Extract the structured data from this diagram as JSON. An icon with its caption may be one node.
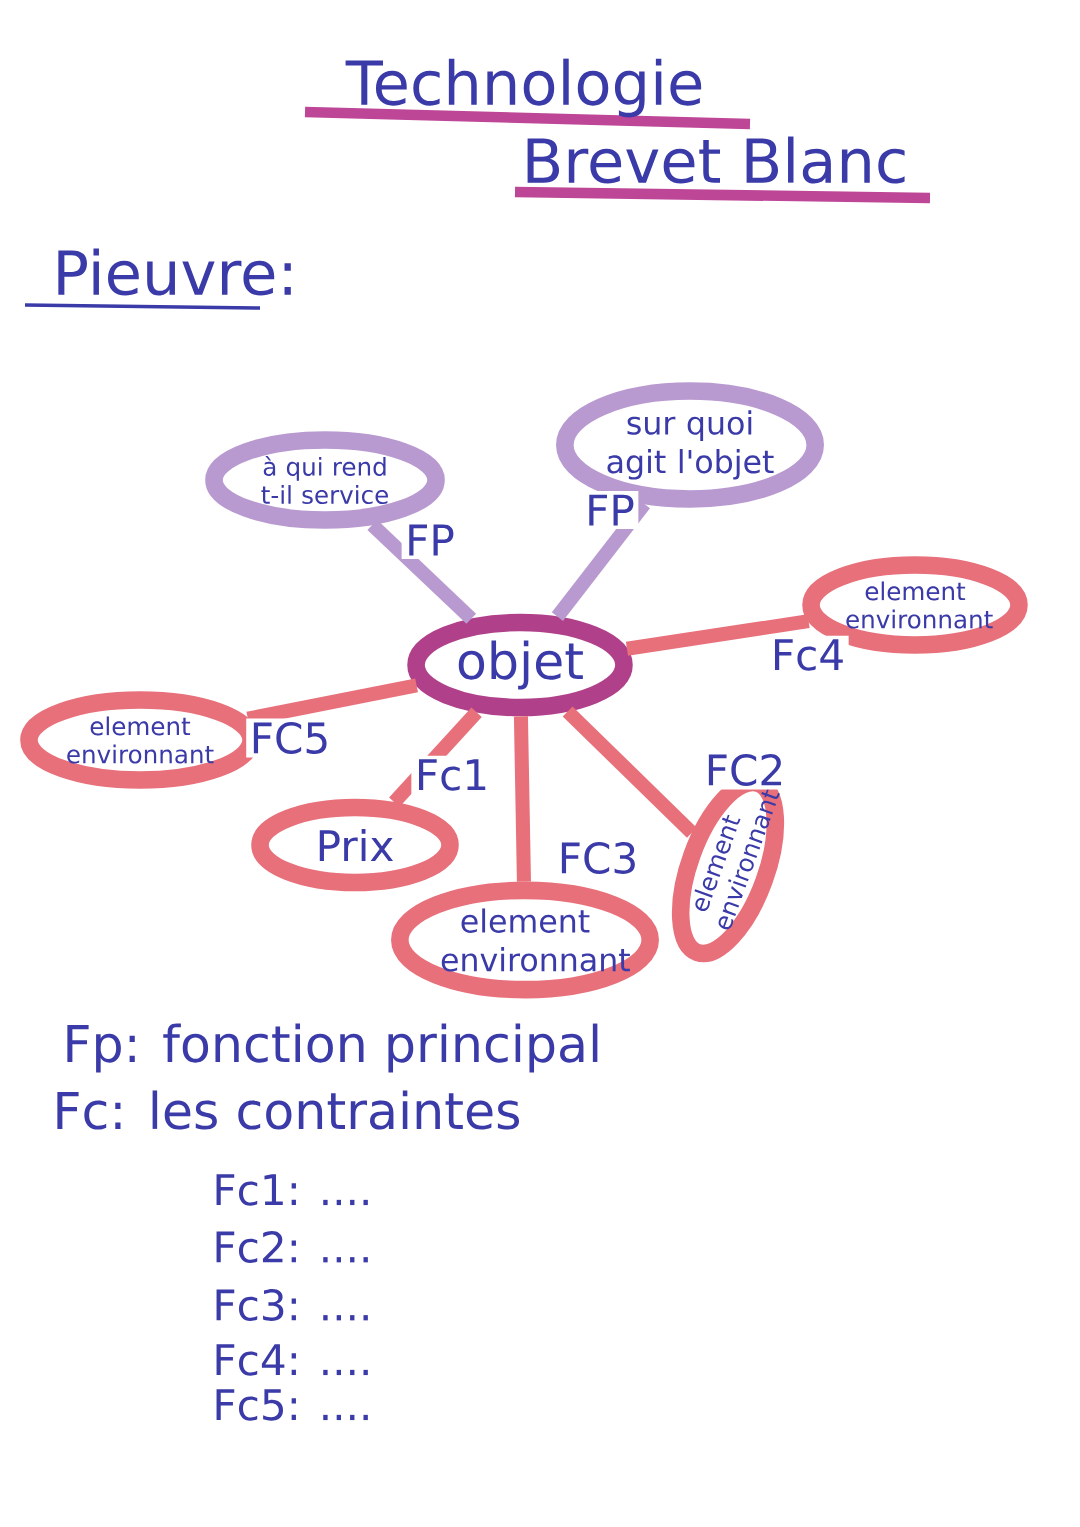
{
  "diagram": {
    "title": "Technologie",
    "nodes": [
      {
        "text": [
          "objet"
        ]
      },
      {
        "text": [
          "à qui rend t-il service"
        ]
      },
      {
        "text": [
          "sur quoi agit l'objet"
        ]
      },
      {
        "text": [
          "element environnant"
        ]
      },
      {
        "text": [
          "element environnant"
        ]
      },
      {
        "text": [
          "Prix"
        ]
      },
      {
        "text": [
          "element environnant"
        ]
      },
      {
        "text": [
          "element environnant"
        ]
      }
    ],
    "edges": [
      {
        "from": 0,
        "to": 1,
        "arrow": "none",
        "label": "FP",
        "color": "#b89ad0"
      },
      {
        "from": 0,
        "to": 2,
        "arrow": "none",
        "label": "FP",
        "color": "#b89ad0"
      },
      {
        "from": 0,
        "to": 3,
        "arrow": "none",
        "label": "Fc4"
      },
      {
        "from": 0,
        "to": 4,
        "arrow": "none",
        "label": "FC5"
      },
      {
        "from": 0,
        "to": 5,
        "arrow": "none",
        "label": "Fc1"
      },
      {
        "from": 0,
        "to": 6,
        "arrow": "none",
        "label": "FC3"
      },
      {
        "from": 0,
        "to": 7,
        "arrow": "none",
        "label": "FC2"
      }
    ],
    "labels": [
      "Brevet Blanc",
      "Pieuvre:",
      "Fp: fonction principal",
      "Fc: les contraintes",
      "Fc1: ....",
      "Fc2: ....",
      "Fc3: ....",
      "Fc4: ....",
      "Fc5: ...."
    ]
  }
}
